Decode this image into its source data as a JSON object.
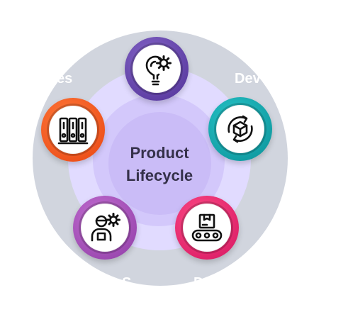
{
  "diagram": {
    "center_title": {
      "line1": "Product",
      "line2": "Lifecycle"
    },
    "segment_labels": {
      "top_left": "es",
      "top_right": "Dev",
      "bottom_left": "S",
      "bottom_right": "D"
    },
    "nodes": [
      {
        "icon": "lightbulb-gear-icon",
        "color": "#5b3aa0"
      },
      {
        "icon": "cube-cycle-icon",
        "color": "#119ba1"
      },
      {
        "icon": "conveyor-box-icon",
        "color": "#e3216b"
      },
      {
        "icon": "worker-gear-icon",
        "color": "#9e48b4"
      },
      {
        "icon": "filing-binders-icon",
        "color": "#f2551f"
      }
    ],
    "colors": {
      "outer_ring": "#d1d5de",
      "mid_ring": "#e1dbff",
      "inner_ring": "#d3c8fb",
      "title_text": "#35314a"
    }
  }
}
